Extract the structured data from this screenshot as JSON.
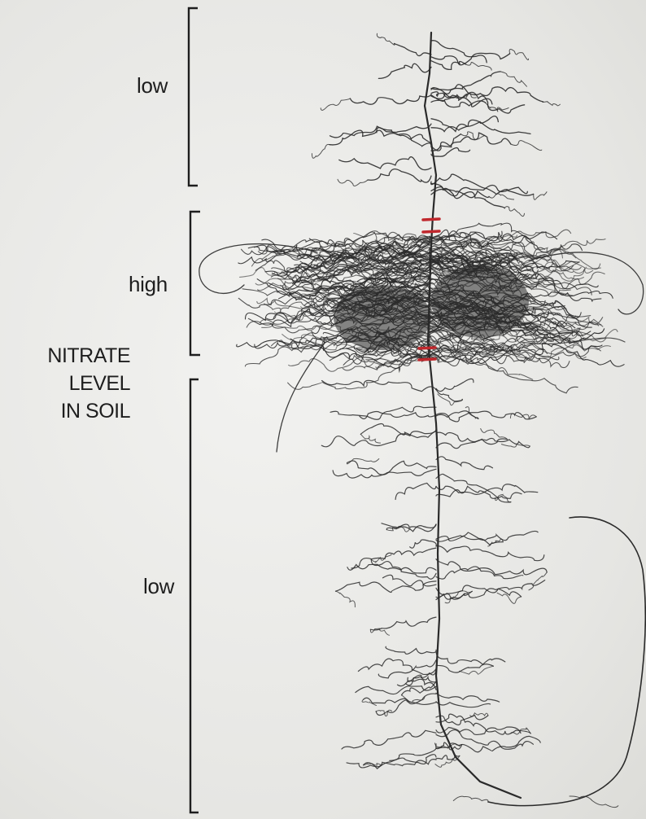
{
  "zones": [
    {
      "level": "low"
    },
    {
      "level": "high"
    },
    {
      "level": "low"
    }
  ],
  "axis_title": [
    "NITRATE",
    "LEVEL",
    "IN SOIL"
  ],
  "colors": {
    "ink": "#1e1e1e",
    "root_dense": "#2a2a2a",
    "zone_marker": "#c0282d"
  }
}
